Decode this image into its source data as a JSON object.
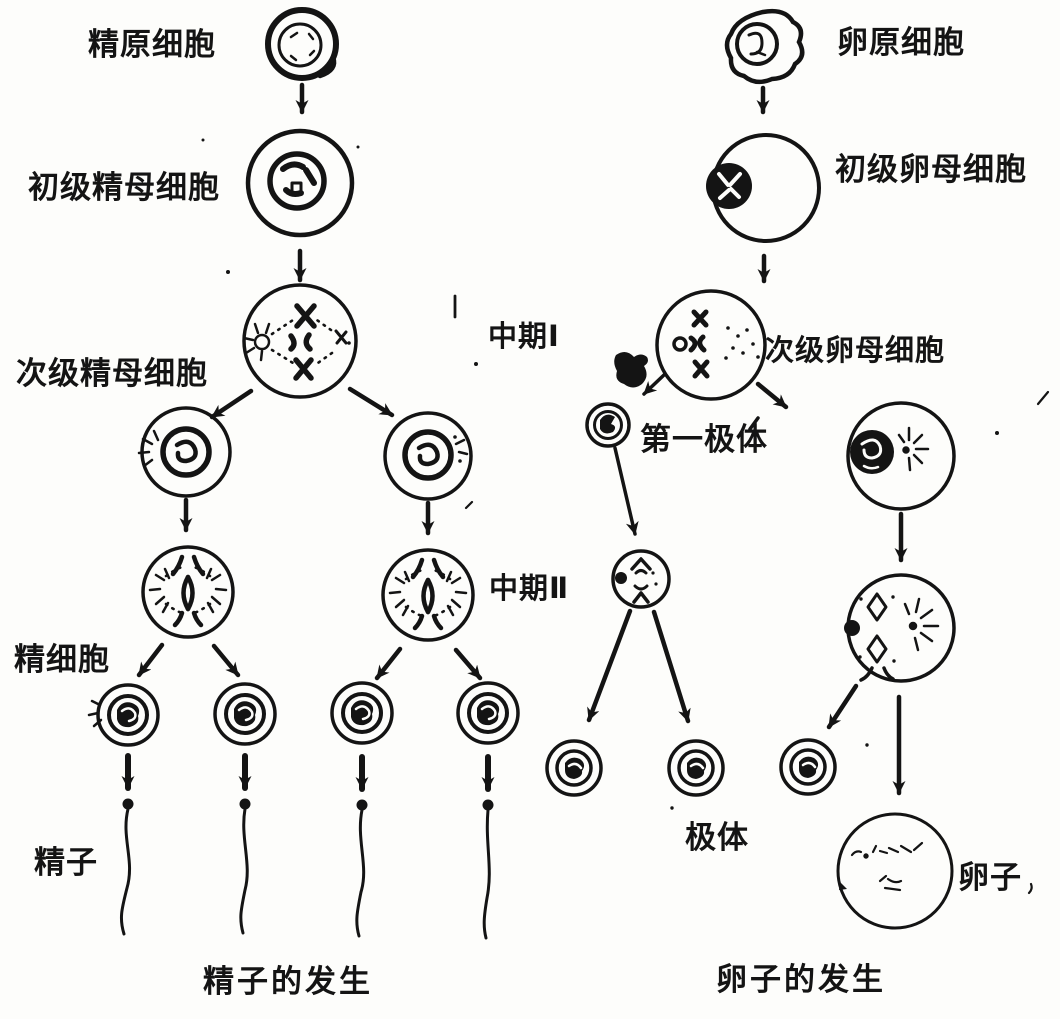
{
  "figure": {
    "type": "hand-drawn meiosis diagram, scanned print, black ink on white paper",
    "columns": [
      "spermatogenesis",
      "oogenesis"
    ]
  },
  "colors": {
    "ink": "#141414",
    "paper": "#fdfdfb"
  },
  "sperm_side": {
    "labels": {
      "spermatogonium": "精原细胞",
      "primary_spermatocyte": "初级精母细胞",
      "secondary_spermatocyte": "次级精母细胞",
      "spermatid": "精细胞",
      "sperm": "精子",
      "caption": "精子的发生"
    }
  },
  "ovum_side": {
    "labels": {
      "oogonium": "卵原细胞",
      "primary_oocyte": "初级卵母细胞",
      "secondary_oocyte": "次级卵母细胞",
      "first_polar_body": "第一极体",
      "polar_body": "极体",
      "ovum": "卵子",
      "caption": "卵子的发生"
    }
  },
  "stage_labels": {
    "metaphase_1": "中期Ⅰ",
    "metaphase_2": "中期Ⅱ"
  }
}
